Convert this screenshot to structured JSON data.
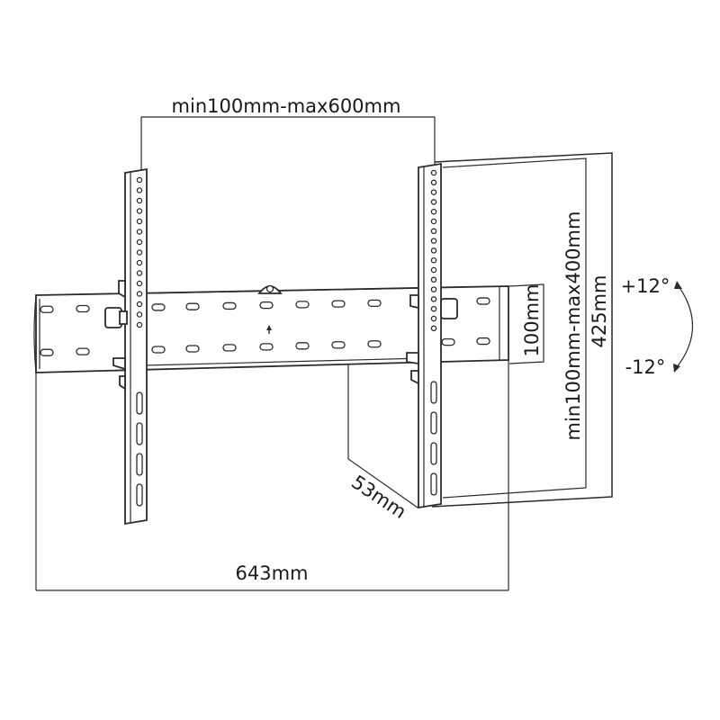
{
  "dimensions": {
    "vesa_width": "min100mm-max600mm",
    "vesa_height": "min100mm-max400mm",
    "rail_height": "100mm",
    "arm_height": "425mm",
    "depth": "53mm",
    "total_width": "643mm"
  },
  "tilt": {
    "up": "+12°",
    "down": "-12°"
  },
  "icons": {
    "bracket": "tv-wall-mount-bracket-icon",
    "tilt": "tilt-arc-arrow-icon"
  }
}
